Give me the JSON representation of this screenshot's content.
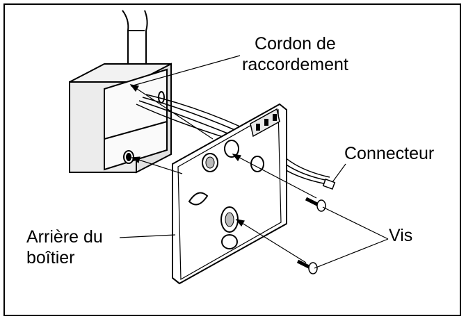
{
  "labels": {
    "cordon_line1": "Cordon de",
    "cordon_line2": "raccordement",
    "connecteur": "Connecteur",
    "vis": "Vis",
    "arriere_line1": "Arrière du",
    "arriere_line2": "boîtier"
  },
  "colors": {
    "ink": "#000000",
    "box_fill": "#f2f2f2",
    "plate_edge": "#cfcfcf",
    "background": "#ffffff"
  }
}
